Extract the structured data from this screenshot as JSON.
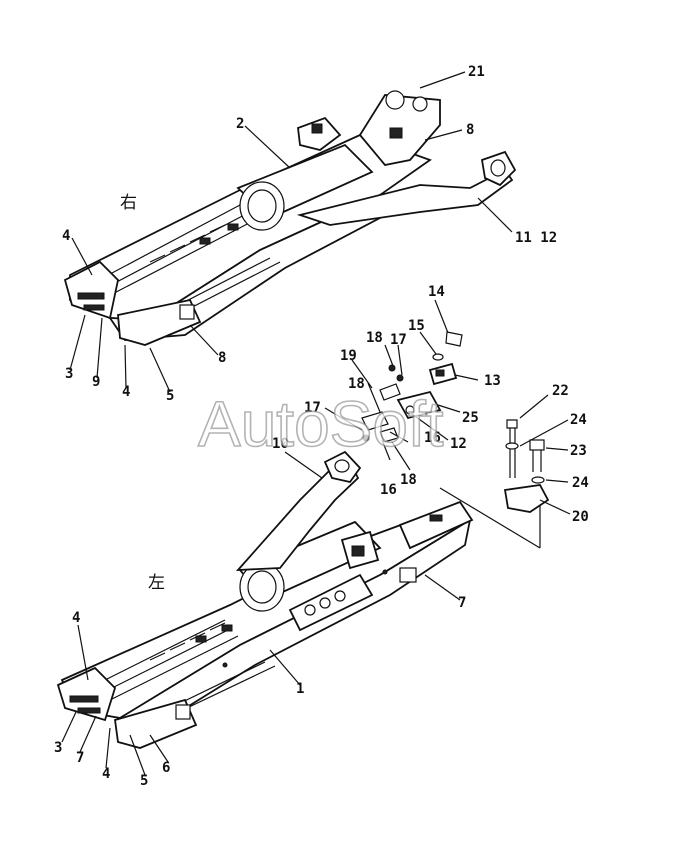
{
  "sides": {
    "right": "右",
    "left": "左"
  },
  "watermark": "AutoSoft",
  "callouts": {
    "c21": "21",
    "c2": "2",
    "c8a": "8",
    "c11_12": "11 12",
    "c4a": "4",
    "c3a": "3",
    "c9": "9",
    "c4b": "4",
    "c5a": "5",
    "c8b": "8",
    "c14": "14",
    "c15": "15",
    "c13": "13",
    "c18a": "18",
    "c17a": "17",
    "c19": "19",
    "c18b": "18",
    "c25": "25",
    "c17b": "17",
    "c12": "12",
    "c16a": "16",
    "c16b": "16",
    "c18c": "18",
    "c10": "10",
    "c22": "22",
    "c24a": "24",
    "c23": "23",
    "c24b": "24",
    "c20": "20",
    "c7a": "7",
    "c1": "1",
    "c4c": "4",
    "c3b": "3",
    "c7b": "7",
    "c4d": "4",
    "c5b": "5",
    "c6": "6"
  },
  "colors": {
    "ink": "#111111",
    "paper": "#ffffff",
    "watermark": "#9a9a9a"
  }
}
